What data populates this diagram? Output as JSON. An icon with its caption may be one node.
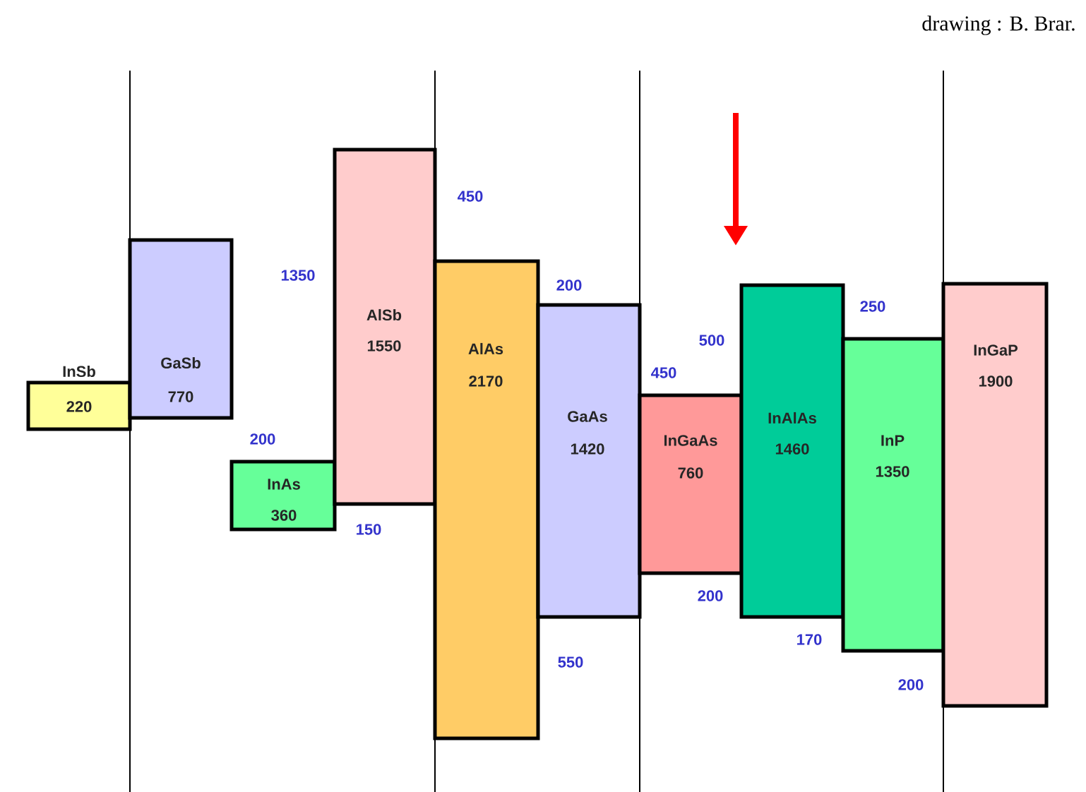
{
  "diagram": {
    "nodes": [
      {
        "text": [
          "InSb",
          "220"
        ]
      },
      {
        "text": [
          "GaSb",
          "770"
        ]
      },
      {
        "text": [
          "InAs",
          "360"
        ]
      },
      {
        "text": [
          "AlSb",
          "1550"
        ]
      },
      {
        "text": [
          "AlAs",
          "2170"
        ]
      },
      {
        "text": [
          "GaAs",
          "1420"
        ]
      },
      {
        "text": [
          "InGaAs",
          "760"
        ]
      },
      {
        "text": [
          "InAlAs",
          "1460"
        ]
      },
      {
        "text": [
          "InP",
          "1350"
        ]
      },
      {
        "text": [
          "InGaP",
          "1900"
        ]
      }
    ],
    "labels": [
      "drawing : B. Brar.",
      "450",
      "1350",
      "200",
      "250",
      "500",
      "450",
      "200",
      "150",
      "200",
      "170",
      "550",
      "200"
    ]
  }
}
